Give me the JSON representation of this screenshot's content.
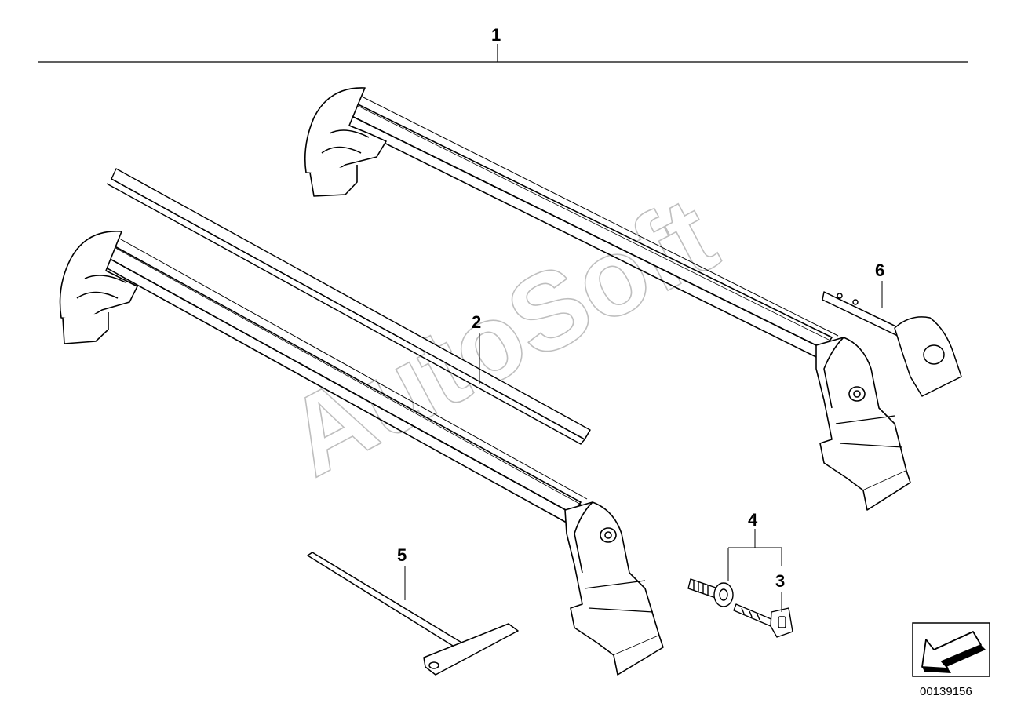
{
  "callouts": {
    "c1": "1",
    "c2": "2",
    "c3": "3",
    "c4": "4",
    "c5": "5",
    "c6": "6"
  },
  "watermark": "AutoSoft",
  "reference_number": "00139156",
  "parts": [
    "roof-rack-crossbar-rear",
    "roof-rack-crossbar-front",
    "rubber-strip",
    "lock-cylinder-key",
    "lock-cylinder",
    "torque-wrench",
    "end-cap-bracket"
  ],
  "colors": {
    "line": "#000000",
    "watermark": "#8a8a8a",
    "background": "#ffffff"
  }
}
